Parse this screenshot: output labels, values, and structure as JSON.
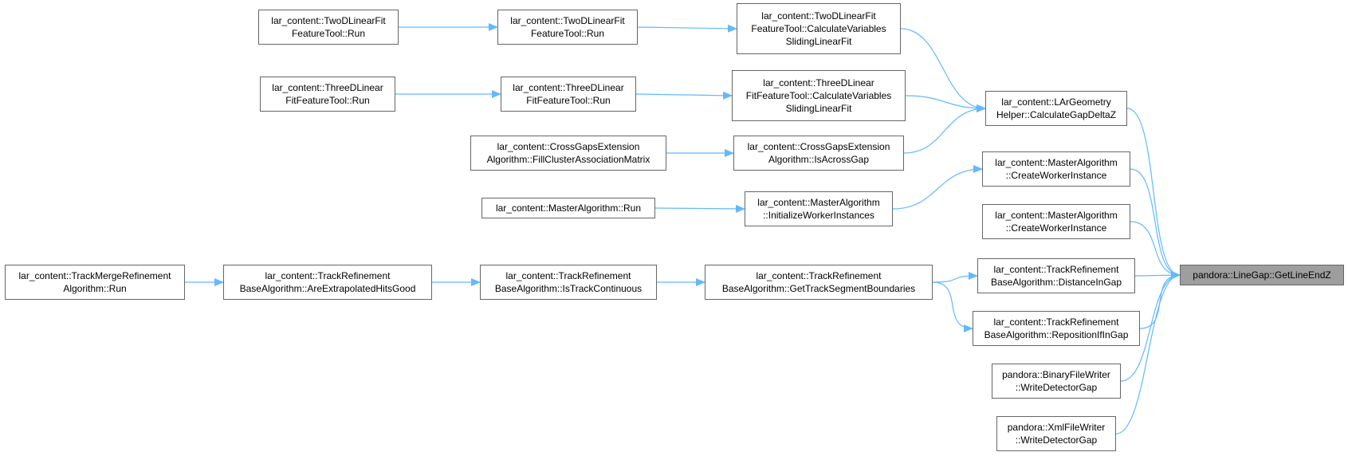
{
  "colors": {
    "edge": "#63b8ff",
    "border": "#666666",
    "root_fill": "#9e9e9e",
    "text": "#000000"
  },
  "nodes": {
    "root": [
      "pandora::LineGap::GetLineEndZ"
    ],
    "calc_gap": [
      "lar_content::LArGeometry",
      "Helper::CalculateGapDeltaZ"
    ],
    "create_worker_1": [
      "lar_content::MasterAlgorithm",
      "::CreateWorkerInstance"
    ],
    "create_worker_2": [
      "lar_content::MasterAlgorithm",
      "::CreateWorkerInstance"
    ],
    "distance_in_gap": [
      "lar_content::TrackRefinement",
      "BaseAlgorithm::DistanceInGap"
    ],
    "reposition_if_in_gap": [
      "lar_content::TrackRefinement",
      "BaseAlgorithm::RepositionIfInGap"
    ],
    "binary_writer": [
      "pandora::BinaryFileWriter",
      "::WriteDetectorGap"
    ],
    "xml_writer": [
      "pandora::XmlFileWriter",
      "::WriteDetectorGap"
    ],
    "two_d_calc": [
      "lar_content::TwoDLinearFit",
      "FeatureTool::CalculateVariables",
      "SlidingLinearFit"
    ],
    "three_d_calc": [
      "lar_content::ThreeDLinear",
      "FitFeatureTool::CalculateVariables",
      "SlidingLinearFit"
    ],
    "is_across_gap": [
      "lar_content::CrossGapsExtension",
      "Algorithm::IsAcrossGap"
    ],
    "initialize_workers": [
      "lar_content::MasterAlgorithm",
      "::InitializeWorkerInstances"
    ],
    "get_track_segment": [
      "lar_content::TrackRefinement",
      "BaseAlgorithm::GetTrackSegmentBoundaries"
    ],
    "two_d_run_b": [
      "lar_content::TwoDLinearFit",
      "FeatureTool::Run"
    ],
    "three_d_run_b": [
      "lar_content::ThreeDLinear",
      "FitFeatureTool::Run"
    ],
    "fill_cluster": [
      "lar_content::CrossGapsExtension",
      "Algorithm::FillClusterAssociationMatrix"
    ],
    "master_run": [
      "lar_content::MasterAlgorithm::Run"
    ],
    "is_track_continuous": [
      "lar_content::TrackRefinement",
      "BaseAlgorithm::IsTrackContinuous"
    ],
    "two_d_run_a": [
      "lar_content::TwoDLinearFit",
      "FeatureTool::Run"
    ],
    "three_d_run_a": [
      "lar_content::ThreeDLinear",
      "FitFeatureTool::Run"
    ],
    "are_extrapolated": [
      "lar_content::TrackRefinement",
      "BaseAlgorithm::AreExtrapolatedHitsGood"
    ],
    "track_merge_run": [
      "lar_content::TrackMergeRefinement",
      "Algorithm::Run"
    ]
  },
  "edges": [
    [
      "calc_gap",
      "root"
    ],
    [
      "create_worker_1",
      "root"
    ],
    [
      "create_worker_2",
      "root"
    ],
    [
      "distance_in_gap",
      "root"
    ],
    [
      "reposition_if_in_gap",
      "root"
    ],
    [
      "binary_writer",
      "root"
    ],
    [
      "xml_writer",
      "root"
    ],
    [
      "two_d_calc",
      "calc_gap"
    ],
    [
      "three_d_calc",
      "calc_gap"
    ],
    [
      "is_across_gap",
      "calc_gap"
    ],
    [
      "initialize_workers",
      "create_worker_1"
    ],
    [
      "get_track_segment",
      "distance_in_gap"
    ],
    [
      "get_track_segment",
      "reposition_if_in_gap"
    ],
    [
      "two_d_run_b",
      "two_d_calc"
    ],
    [
      "three_d_run_b",
      "three_d_calc"
    ],
    [
      "fill_cluster",
      "is_across_gap"
    ],
    [
      "master_run",
      "initialize_workers"
    ],
    [
      "is_track_continuous",
      "get_track_segment"
    ],
    [
      "two_d_run_a",
      "two_d_run_b"
    ],
    [
      "three_d_run_a",
      "three_d_run_b"
    ],
    [
      "are_extrapolated",
      "is_track_continuous"
    ],
    [
      "track_merge_run",
      "are_extrapolated"
    ]
  ]
}
